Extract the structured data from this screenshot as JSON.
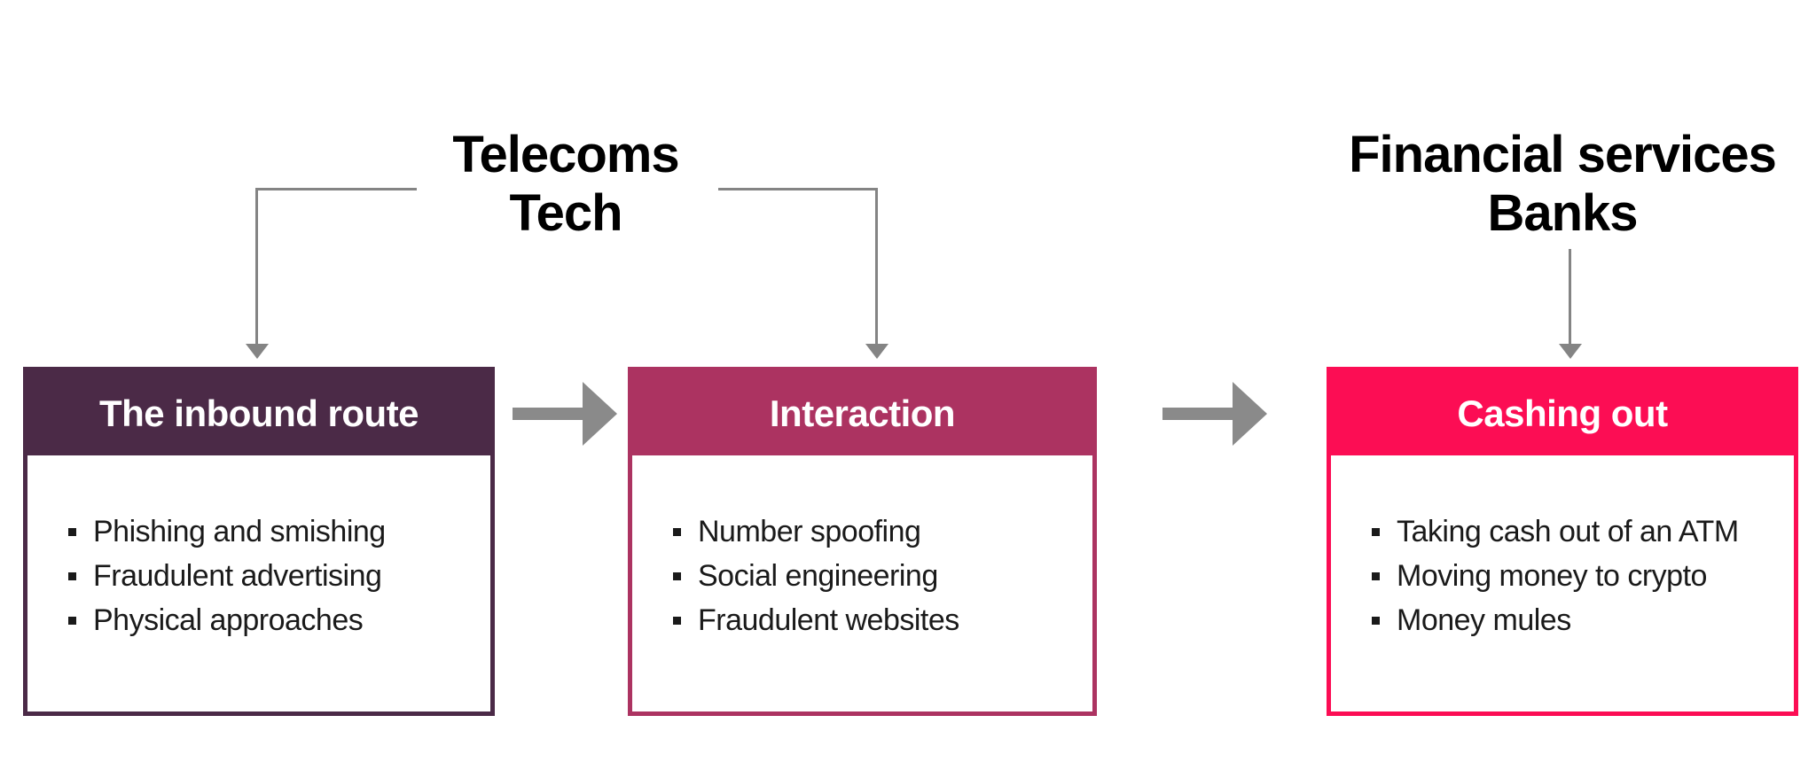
{
  "labels": {
    "telecoms_tech": {
      "line1": "Telecoms",
      "line2": "Tech"
    },
    "financial_banks": {
      "line1": "Financial services",
      "line2": "Banks"
    }
  },
  "boxes": [
    {
      "title": "The inbound route",
      "header_color": "#4B2A47",
      "bullets": [
        "Phishing and smishing",
        "Fraudulent advertising",
        "Physical approaches"
      ]
    },
    {
      "title": "Interaction",
      "header_color": "#AC3361",
      "bullets": [
        "Number spoofing",
        "Social engineering",
        "Fraudulent websites"
      ]
    },
    {
      "title": "Cashing out",
      "header_color": "#FC0D54",
      "bullets": [
        "Taking cash out of an ATM",
        "Moving money to crypto",
        "Money mules"
      ]
    }
  ],
  "colors": {
    "box1_header": "#4B2A47",
    "box2_header": "#AC3361",
    "box3_header": "#FC0D54",
    "block_arrow_gray": "#8A8A8A",
    "connector_gray": "#848484",
    "bullet_text": "#1A1A1A",
    "header_text": "#FFFFFF",
    "label_text": "#000000",
    "background": "#FFFFFF"
  }
}
